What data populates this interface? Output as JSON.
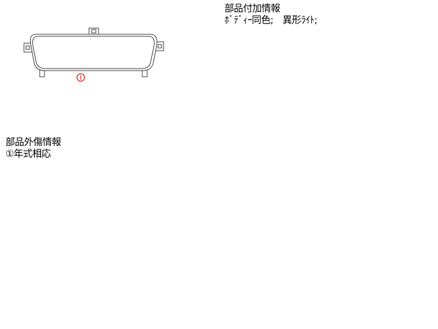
{
  "diagram": {
    "marker_label": "①",
    "line_color": "#444444",
    "fill_color": "#ffffff",
    "marker_color": "#cc0000"
  },
  "additional_info": {
    "title": "部品付加情報",
    "detail": "ﾎﾞﾃﾞｨｰ同色;　異形ﾗｲﾄ;"
  },
  "damage_info": {
    "title": "部品外傷情報",
    "detail": "①年式相応"
  }
}
